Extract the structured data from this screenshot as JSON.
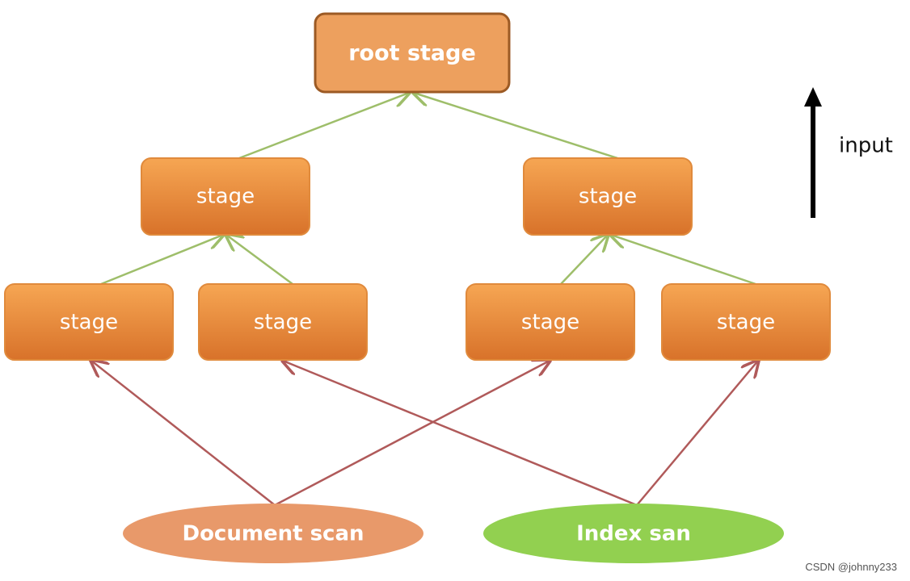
{
  "diagram": {
    "root": {
      "label": "root stage"
    },
    "stages": [
      {
        "label": "stage"
      },
      {
        "label": "stage"
      },
      {
        "label": "stage"
      },
      {
        "label": "stage"
      },
      {
        "label": "stage"
      },
      {
        "label": "stage"
      }
    ],
    "sources": [
      {
        "label": "Document scan",
        "color": "#e8996a"
      },
      {
        "label": "Index san",
        "color": "#92d050"
      }
    ],
    "direction_label": "input",
    "colors": {
      "stage_fill_top": "#f4a04e",
      "stage_fill_bottom": "#d9742c",
      "stage_border": "#e08a3c",
      "root_fill": "#eda05e",
      "root_border": "#9c5a24",
      "green_edge": "#9ebe6a",
      "red_edge": "#b05a5a"
    }
  },
  "watermark": "CSDN @johnny233"
}
